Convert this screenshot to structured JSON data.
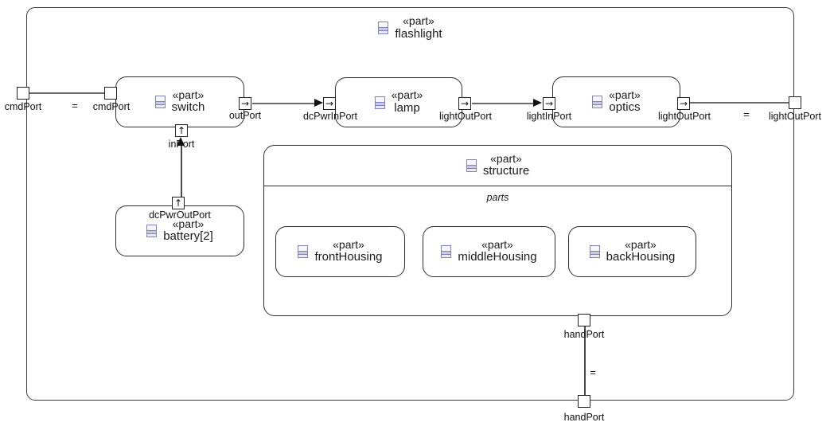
{
  "frame": {
    "stereotype": "«part»",
    "name": "flashlight"
  },
  "blocks": {
    "switch": {
      "stereotype": "«part»",
      "name": "switch"
    },
    "lamp": {
      "stereotype": "«part»",
      "name": "lamp"
    },
    "optics": {
      "stereotype": "«part»",
      "name": "optics"
    },
    "battery": {
      "stereotype": "«part»",
      "name": "battery[2]"
    },
    "structure": {
      "stereotype": "«part»",
      "name": "structure",
      "compartment_label": "parts"
    },
    "frontHousing": {
      "stereotype": "«part»",
      "name": "frontHousing"
    },
    "middleHousing": {
      "stereotype": "«part»",
      "name": "middleHousing"
    },
    "backHousing": {
      "stereotype": "«part»",
      "name": "backHousing"
    }
  },
  "ports": {
    "frame_cmd": {
      "label": "cmdPort"
    },
    "switch_cmd": {
      "label": "cmdPort"
    },
    "switch_out": {
      "label": "outPort"
    },
    "switch_in": {
      "label": "inPort"
    },
    "lamp_dcPwrIn": {
      "label": "dcPwrInPort"
    },
    "lamp_lightOut": {
      "label": "lightOutPort"
    },
    "optics_lightIn": {
      "label": "lightInPort"
    },
    "optics_lightOut": {
      "label": "lightOutPort"
    },
    "frame_lightOut": {
      "label": "lightOutPort"
    },
    "battery_dcPwrOut": {
      "label": "dcPwrOutPort"
    },
    "structure_hand": {
      "label": "handPort"
    },
    "frame_hand": {
      "label": "handPort"
    }
  },
  "connectors": {
    "equals_label": "="
  },
  "icons": {
    "right_arrow": "→",
    "up_arrow": "↑"
  },
  "colors": {
    "line": "#6a6a6a",
    "block_border": "#2e2e2e",
    "icon_border": "#8282ba",
    "icon_fill": "#f6f6fd",
    "icon_stripe": "#c9c9e6"
  }
}
